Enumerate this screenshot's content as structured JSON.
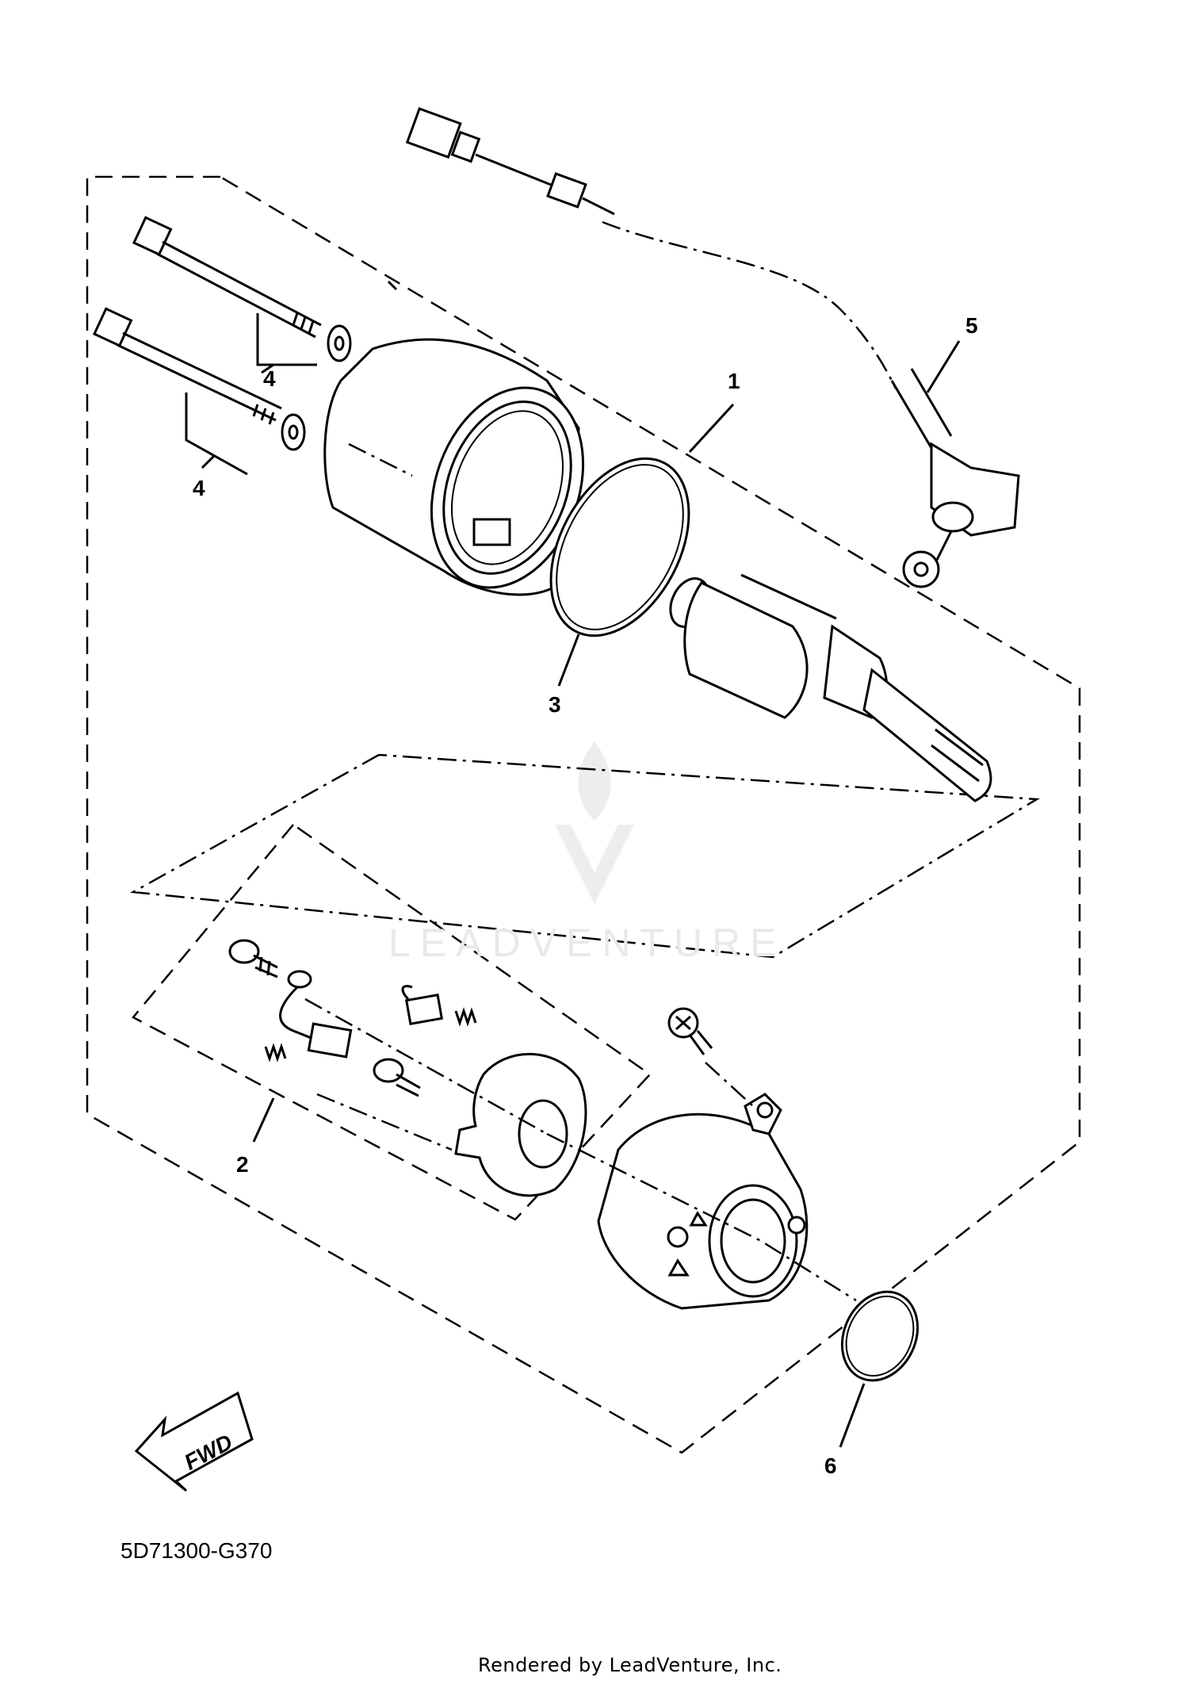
{
  "diagram": {
    "callouts": {
      "c1": "1",
      "c2": "2",
      "c3": "3",
      "c4a": "4",
      "c4b": "4",
      "c5": "5",
      "c6": "6"
    },
    "fwd_label": "FWD",
    "part_code": "5D71300-G370",
    "watermark": "LEADVENTURE",
    "footer": "Rendered by LeadVenture, Inc."
  }
}
